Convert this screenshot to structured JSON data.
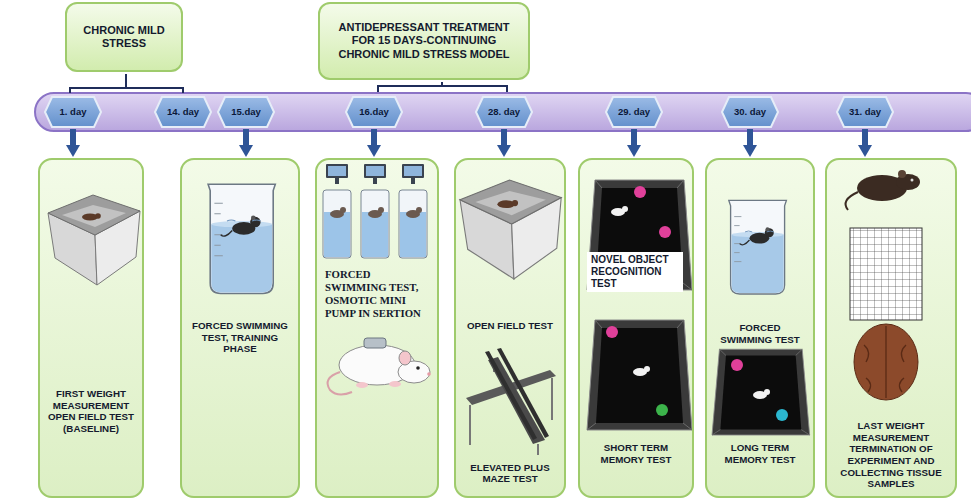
{
  "diagram": {
    "nodes": [
      {
        "text": [
          "CHRONIC MILD STRESS"
        ]
      },
      {
        "text": [
          "ANTIDEPRESSANT TREATMENT FOR 15 DAYS-CONTINUING CHRONIC MILD STRESS MODEL"
        ]
      },
      {
        "text": [
          "1. day"
        ]
      },
      {
        "text": [
          "14. day"
        ]
      },
      {
        "text": [
          "15.day"
        ]
      },
      {
        "text": [
          "16.day"
        ]
      },
      {
        "text": [
          "28. day"
        ]
      },
      {
        "text": [
          "29. day"
        ]
      },
      {
        "text": [
          "30. day"
        ]
      },
      {
        "text": [
          "31. day"
        ]
      },
      {
        "text": [
          "FIRST WEIGHT MEASUREMENT OPEN FIELD TEST (BASELINE)"
        ]
      },
      {
        "text": [
          "FORCED SWIMMING TEST, TRAINING PHASE"
        ]
      },
      {
        "text": [
          "FORCED SWIMMING TEST, OSMOTIC MINI PUMP IN SERTION"
        ]
      },
      {
        "text": [
          "OPEN FIELD TEST",
          "ELEVATED PLUS MAZE TEST"
        ]
      },
      {
        "text": [
          "NOVEL OBJECT RECOGNITION TEST",
          "SHORT TERM MEMORY TEST"
        ]
      },
      {
        "text": [
          "FORCED SWIMMING TEST",
          "LONG TERM MEMORY TEST"
        ]
      },
      {
        "text": [
          "LAST WEIGHT MEASUREMENT TERMINATION OF EXPERIMENT AND COLLECTING TISSUE SAMPLES"
        ]
      }
    ],
    "edges": [
      {
        "from": 2,
        "to": 10,
        "arrow": "to"
      },
      {
        "from": 4,
        "to": 11,
        "arrow": "to"
      },
      {
        "from": 5,
        "to": 12,
        "arrow": "to"
      },
      {
        "from": 6,
        "to": 13,
        "arrow": "to"
      },
      {
        "from": 7,
        "to": 14,
        "arrow": "to"
      },
      {
        "from": 8,
        "to": 15,
        "arrow": "to"
      },
      {
        "from": 9,
        "to": 16,
        "arrow": "to"
      }
    ]
  }
}
